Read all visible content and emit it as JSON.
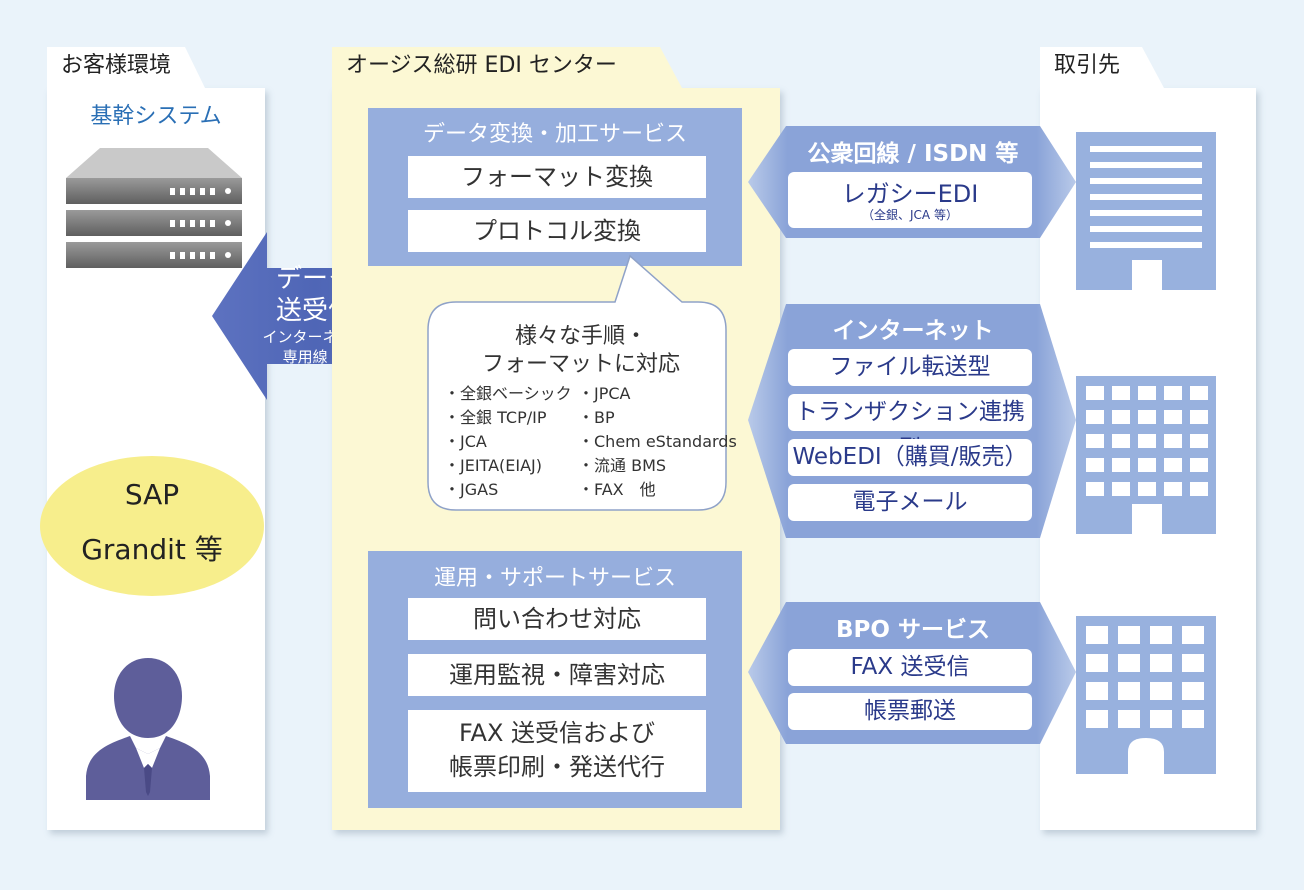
{
  "customer": {
    "tab": "お客様環境",
    "core_system": "基幹システム",
    "arrow": {
      "line1": "データ",
      "line2": "送受信",
      "sub1": "インターネット",
      "sub2": "専用線 等"
    },
    "erp": {
      "line1": "SAP",
      "line2": "Grandit 等"
    }
  },
  "center": {
    "tab": "オージス総研 EDI センター",
    "conversion": {
      "title": "データ変換・加工サービス",
      "items": [
        "フォーマット変換",
        "プロトコル変換"
      ]
    },
    "bubble": {
      "title1": "様々な手順・",
      "title2": "フォーマットに対応",
      "col1": [
        "・全銀ベーシック",
        "・全銀 TCP/IP",
        "・JCA",
        "・JEITA(EIAJ)",
        "・JGAS"
      ],
      "col2": [
        "・JPCA",
        "・BP",
        "・Chem eStandards",
        "・流通 BMS",
        "・FAX　他"
      ]
    },
    "support": {
      "title": "運用・サポートサービス",
      "items": [
        "問い合わせ対応",
        "運用監視・障害対応"
      ],
      "item3_line1": "FAX 送受信および",
      "item3_line2": "帳票印刷・発送代行"
    }
  },
  "partners": {
    "tab": "取引先"
  },
  "channels": {
    "public": {
      "title": "公衆回線 / ISDN 等",
      "item": "レガシーEDI",
      "note": "（全銀、JCA 等）"
    },
    "internet": {
      "title": "インターネット",
      "items": [
        "ファイル転送型",
        "トランザクション連携型",
        "WebEDI（購買/販売）",
        "電子メール"
      ]
    },
    "bpo": {
      "title": "BPO サービス",
      "items": [
        "FAX 送受信",
        "帳票郵送"
      ]
    }
  }
}
